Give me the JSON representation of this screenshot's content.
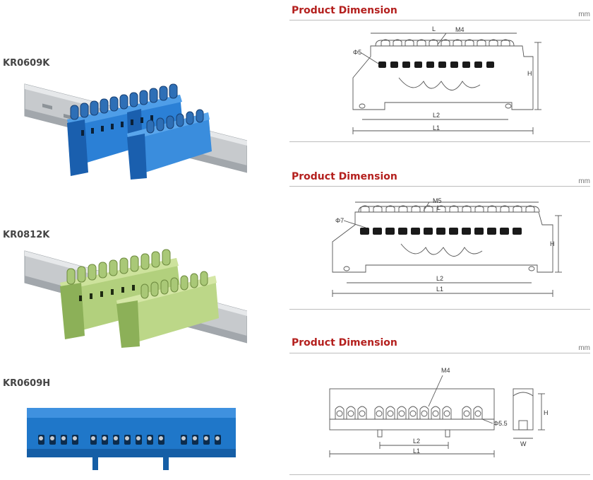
{
  "products": [
    {
      "model": "KR0609K",
      "body_color": "#2b80d6",
      "body_dark": "#1a5fae",
      "body_light": "#4f9ee8"
    },
    {
      "model": "KR0812K",
      "body_color": "#b2d07d",
      "body_dark": "#8cb058",
      "body_light": "#cde29c"
    },
    {
      "model": "KR0609H",
      "body_color": "#1f77c9",
      "body_dark": "#155ea6",
      "body_light": "#3f91df"
    }
  ],
  "sections": [
    {
      "title": "Product Dimension",
      "unit": "mm",
      "labels": {
        "l": "L",
        "thread": "M4",
        "hole": "Φ5",
        "height": "H",
        "l2": "L2",
        "l1": "L1"
      }
    },
    {
      "title": "Product Dimension",
      "unit": "mm",
      "labels": {
        "thread": "M5",
        "l": "L",
        "hole": "Φ7",
        "height": "H",
        "l2": "L2",
        "l1": "L1"
      }
    },
    {
      "title": "Product Dimension",
      "unit": "mm",
      "labels": {
        "thread": "M4",
        "hole": "Φ5.5",
        "height": "H",
        "l2": "L2",
        "l1": "L1",
        "width": "W"
      }
    }
  ],
  "colors": {
    "title_red": "#b4201e",
    "rule_gray": "#bdbdbd",
    "rail_silver": "#c7cacd",
    "line": "#555555"
  }
}
